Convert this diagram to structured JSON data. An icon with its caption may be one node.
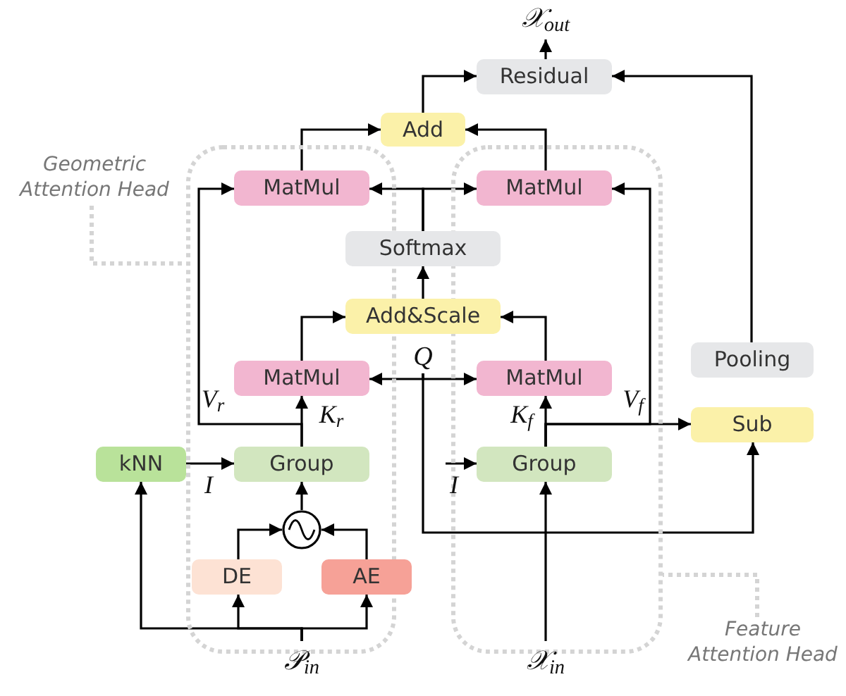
{
  "diagram": {
    "nodes": [
      {
        "text": [
          "𝒳$_{out}$"
        ]
      },
      {
        "text": [
          "Residual"
        ]
      },
      {
        "text": [
          "Add"
        ]
      },
      {
        "text": [
          "Geometric Attention Head"
        ]
      },
      {
        "text": [],
        "shape": "box"
      },
      {
        "text": [],
        "shape": "box"
      },
      {
        "text": [
          "MatMul"
        ],
        "in": 4
      },
      {
        "text": [
          "MatMul"
        ],
        "in": 5
      },
      {
        "text": [
          "Softmax"
        ]
      },
      {
        "text": [
          "Add&Scale"
        ]
      },
      {
        "text": [
          "Pooling"
        ]
      },
      {
        "text": [
          "Q"
        ]
      },
      {
        "text": [
          "MatMul"
        ],
        "in": 4
      },
      {
        "text": [
          "MatMul"
        ],
        "in": 5
      },
      {
        "text": [
          "Sub"
        ]
      },
      {
        "text": [
          "kNN"
        ]
      },
      {
        "text": [
          "Group"
        ],
        "in": 4
      },
      {
        "text": [
          "Group"
        ],
        "in": 5
      },
      {
        "text": [],
        "shape": "circle",
        "in": 4
      },
      {
        "text": [
          "DE"
        ],
        "in": 4
      },
      {
        "text": [
          "AE"
        ]
      },
      {
        "text": [
          "Feature Attention Head"
        ]
      },
      {
        "text": [
          "𝒫$_{in}$"
        ]
      },
      {
        "text": [
          "𝒳$_{in}$"
        ]
      }
    ],
    "edges": [
      {
        "from": 1,
        "to": 0,
        "arrow": "to"
      },
      {
        "from": 2,
        "to": 1,
        "arrow": "to"
      },
      {
        "from": 10,
        "to": 1,
        "arrow": "to"
      },
      {
        "from": 6,
        "to": 2,
        "arrow": "to"
      },
      {
        "from": 7,
        "to": 2,
        "arrow": "to"
      },
      {
        "from": 8,
        "to": 6,
        "arrow": "to"
      },
      {
        "from": 8,
        "to": 7,
        "arrow": "to"
      },
      {
        "from": 9,
        "to": 8,
        "arrow": "to"
      },
      {
        "from": 12,
        "to": 9,
        "arrow": "to"
      },
      {
        "from": 13,
        "to": 9,
        "arrow": "to"
      },
      {
        "from": 11,
        "to": 12,
        "arrow": "to"
      },
      {
        "from": 11,
        "to": 13,
        "arrow": "to"
      },
      {
        "from": 11,
        "to": 14,
        "arrow": "to"
      },
      {
        "from": 16,
        "to": 12,
        "arrow": "to",
        "label": "K$_{r}$"
      },
      {
        "from": 16,
        "to": 6,
        "arrow": "to",
        "label": "V$_{r}$"
      },
      {
        "from": 17,
        "to": 13,
        "arrow": "to",
        "label": "K$_{f}$"
      },
      {
        "from": 17,
        "to": 7,
        "arrow": "to",
        "label": "V$_{f}$"
      },
      {
        "from": 17,
        "to": 14,
        "arrow": "to"
      },
      {
        "from": 15,
        "to": 16,
        "arrow": "to",
        "label": "I"
      },
      {
        "from": null,
        "to": 17,
        "arrow": "to",
        "label": "I"
      },
      {
        "from": 18,
        "to": 16,
        "arrow": "to"
      },
      {
        "from": 19,
        "to": 18,
        "arrow": "to"
      },
      {
        "from": 20,
        "to": 18,
        "arrow": "to"
      },
      {
        "from": 22,
        "to": 15,
        "arrow": "to"
      },
      {
        "from": 22,
        "to": 19,
        "arrow": "to"
      },
      {
        "from": 22,
        "to": 20,
        "arrow": "to"
      },
      {
        "from": 23,
        "to": 17,
        "arrow": "to"
      },
      {
        "from": 3,
        "to": 4,
        "arrow": "none",
        "style": "dashed",
        "color": "#d4d4d4"
      },
      {
        "from": 21,
        "to": 5,
        "arrow": "none",
        "style": "dashed",
        "color": "#d4d4d4"
      }
    ]
  }
}
